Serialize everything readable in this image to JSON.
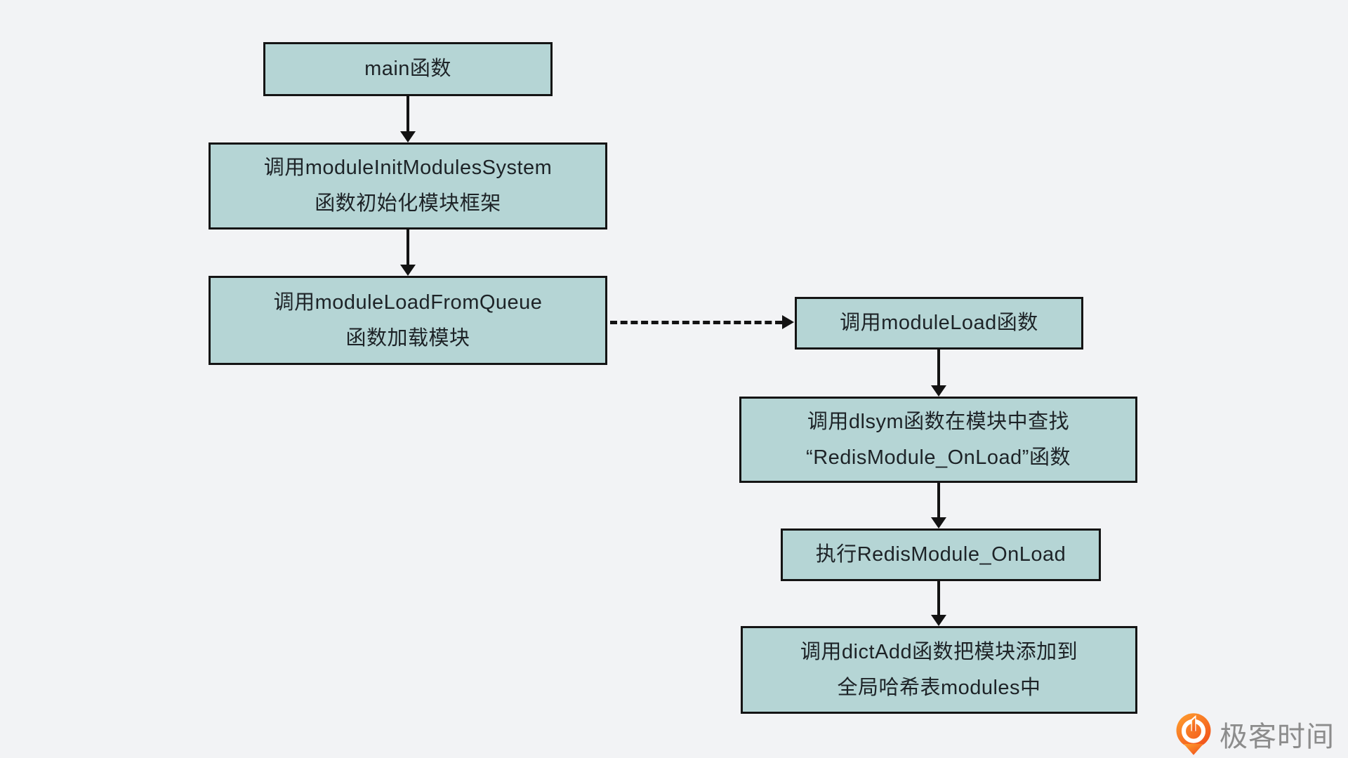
{
  "diagram": {
    "title_hint": "Redis module loading flowchart",
    "nodes": {
      "main": {
        "label": "main函数"
      },
      "init": {
        "line1": "调用moduleInitModulesSystem",
        "line2": "函数初始化模块框架"
      },
      "load_queue": {
        "line1": "调用moduleLoadFromQueue",
        "line2": "函数加载模块"
      },
      "module_load": {
        "label": "调用moduleLoad函数"
      },
      "dlsym": {
        "line1": "调用dlsym函数在模块中查找",
        "line2": "“RedisModule_OnLoad”函数"
      },
      "exec_onload": {
        "label": "执行RedisModule_OnLoad"
      },
      "dict_add": {
        "line1": "调用dictAdd函数把模块添加到",
        "line2": "全局哈希表modules中"
      }
    },
    "edges": [
      {
        "from": "main",
        "to": "init",
        "style": "solid"
      },
      {
        "from": "init",
        "to": "load_queue",
        "style": "solid"
      },
      {
        "from": "load_queue",
        "to": "module_load",
        "style": "dashed"
      },
      {
        "from": "module_load",
        "to": "dlsym",
        "style": "solid"
      },
      {
        "from": "dlsym",
        "to": "exec_onload",
        "style": "solid"
      },
      {
        "from": "exec_onload",
        "to": "dict_add",
        "style": "solid"
      }
    ],
    "colors": {
      "background": "#f2f3f5",
      "node_fill": "#b5d5d5",
      "node_border": "#141414",
      "arrow": "#131313",
      "text": "#1d2327"
    }
  },
  "branding": {
    "logo_text": "极客时间",
    "logo_text_color": "#8c8c8c",
    "logo_orange_start": "#ffa12f",
    "logo_orange_end": "#f1511b",
    "logo_icon": "geektime-pin-icon"
  }
}
